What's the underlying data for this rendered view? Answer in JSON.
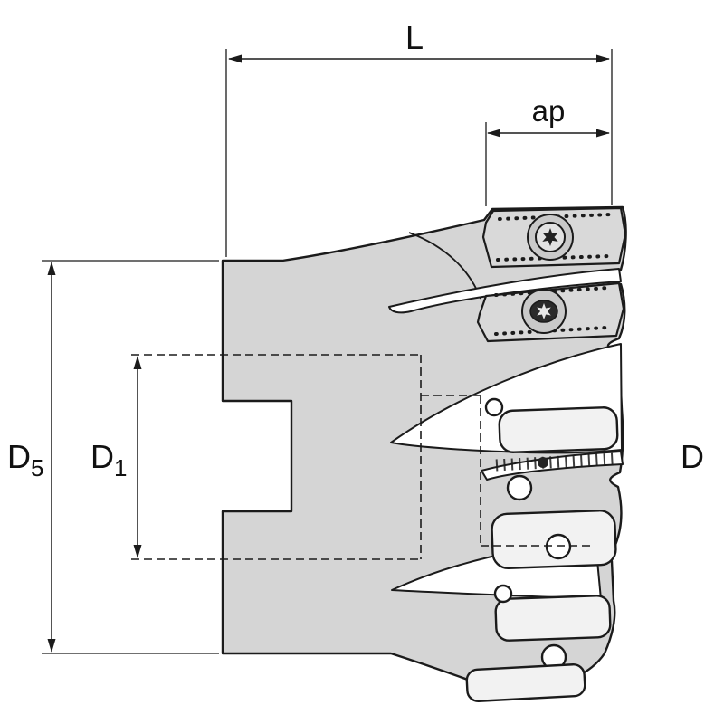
{
  "drawing": {
    "kind": "technical dimension drawing of an indexable face milling cutter, side view",
    "dimensions": {
      "length": {
        "label": "L"
      },
      "cutting_depth": {
        "label": "ap"
      },
      "outer_diameter": {
        "label": "D"
      },
      "body_diameter": {
        "base": "D",
        "sub": "5"
      },
      "bore_diameter": {
        "base": "D",
        "sub": "1"
      }
    },
    "colors": {
      "background": "#ffffff",
      "body_fill": "#d5d5d5",
      "line": "#1b1b1b",
      "insert_fill": "#f2f2f2"
    }
  }
}
